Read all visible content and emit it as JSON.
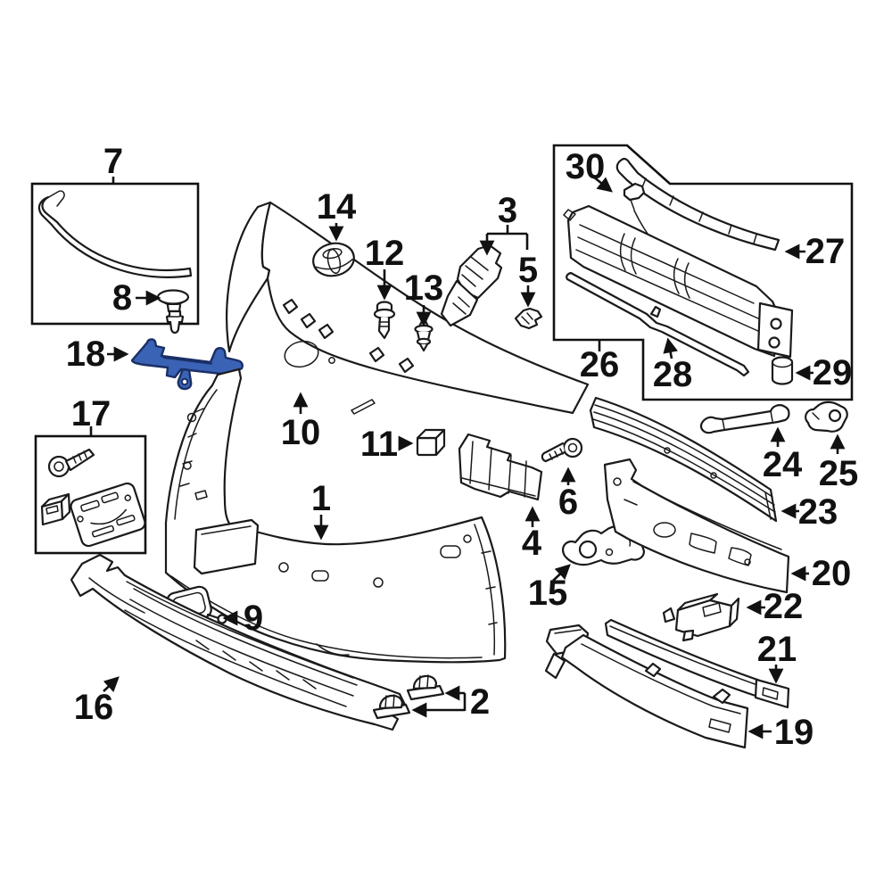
{
  "diagram": {
    "type": "exploded-parts-diagram",
    "subject": "front bumper assembly",
    "highlighted_part_number": "18"
  },
  "colors": {
    "background": "#ffffff",
    "line": "#1a1a1a",
    "highlight_fill": "#3a62b5",
    "highlight_stroke": "#1b2f66",
    "label_color": "#111111"
  },
  "labels": {
    "p1": "1",
    "p2": "2",
    "p3": "3",
    "p4": "4",
    "p5": "5",
    "p6": "6",
    "p7": "7",
    "p8": "8",
    "p9": "9",
    "p10": "10",
    "p11": "11",
    "p12": "12",
    "p13": "13",
    "p14": "14",
    "p15": "15",
    "p16": "16",
    "p17": "17",
    "p18": "18",
    "p19": "19",
    "p20": "20",
    "p21": "21",
    "p22": "22",
    "p23": "23",
    "p24": "24",
    "p25": "25",
    "p26": "26",
    "p27": "27",
    "p28": "28",
    "p29": "29",
    "p30": "30"
  }
}
